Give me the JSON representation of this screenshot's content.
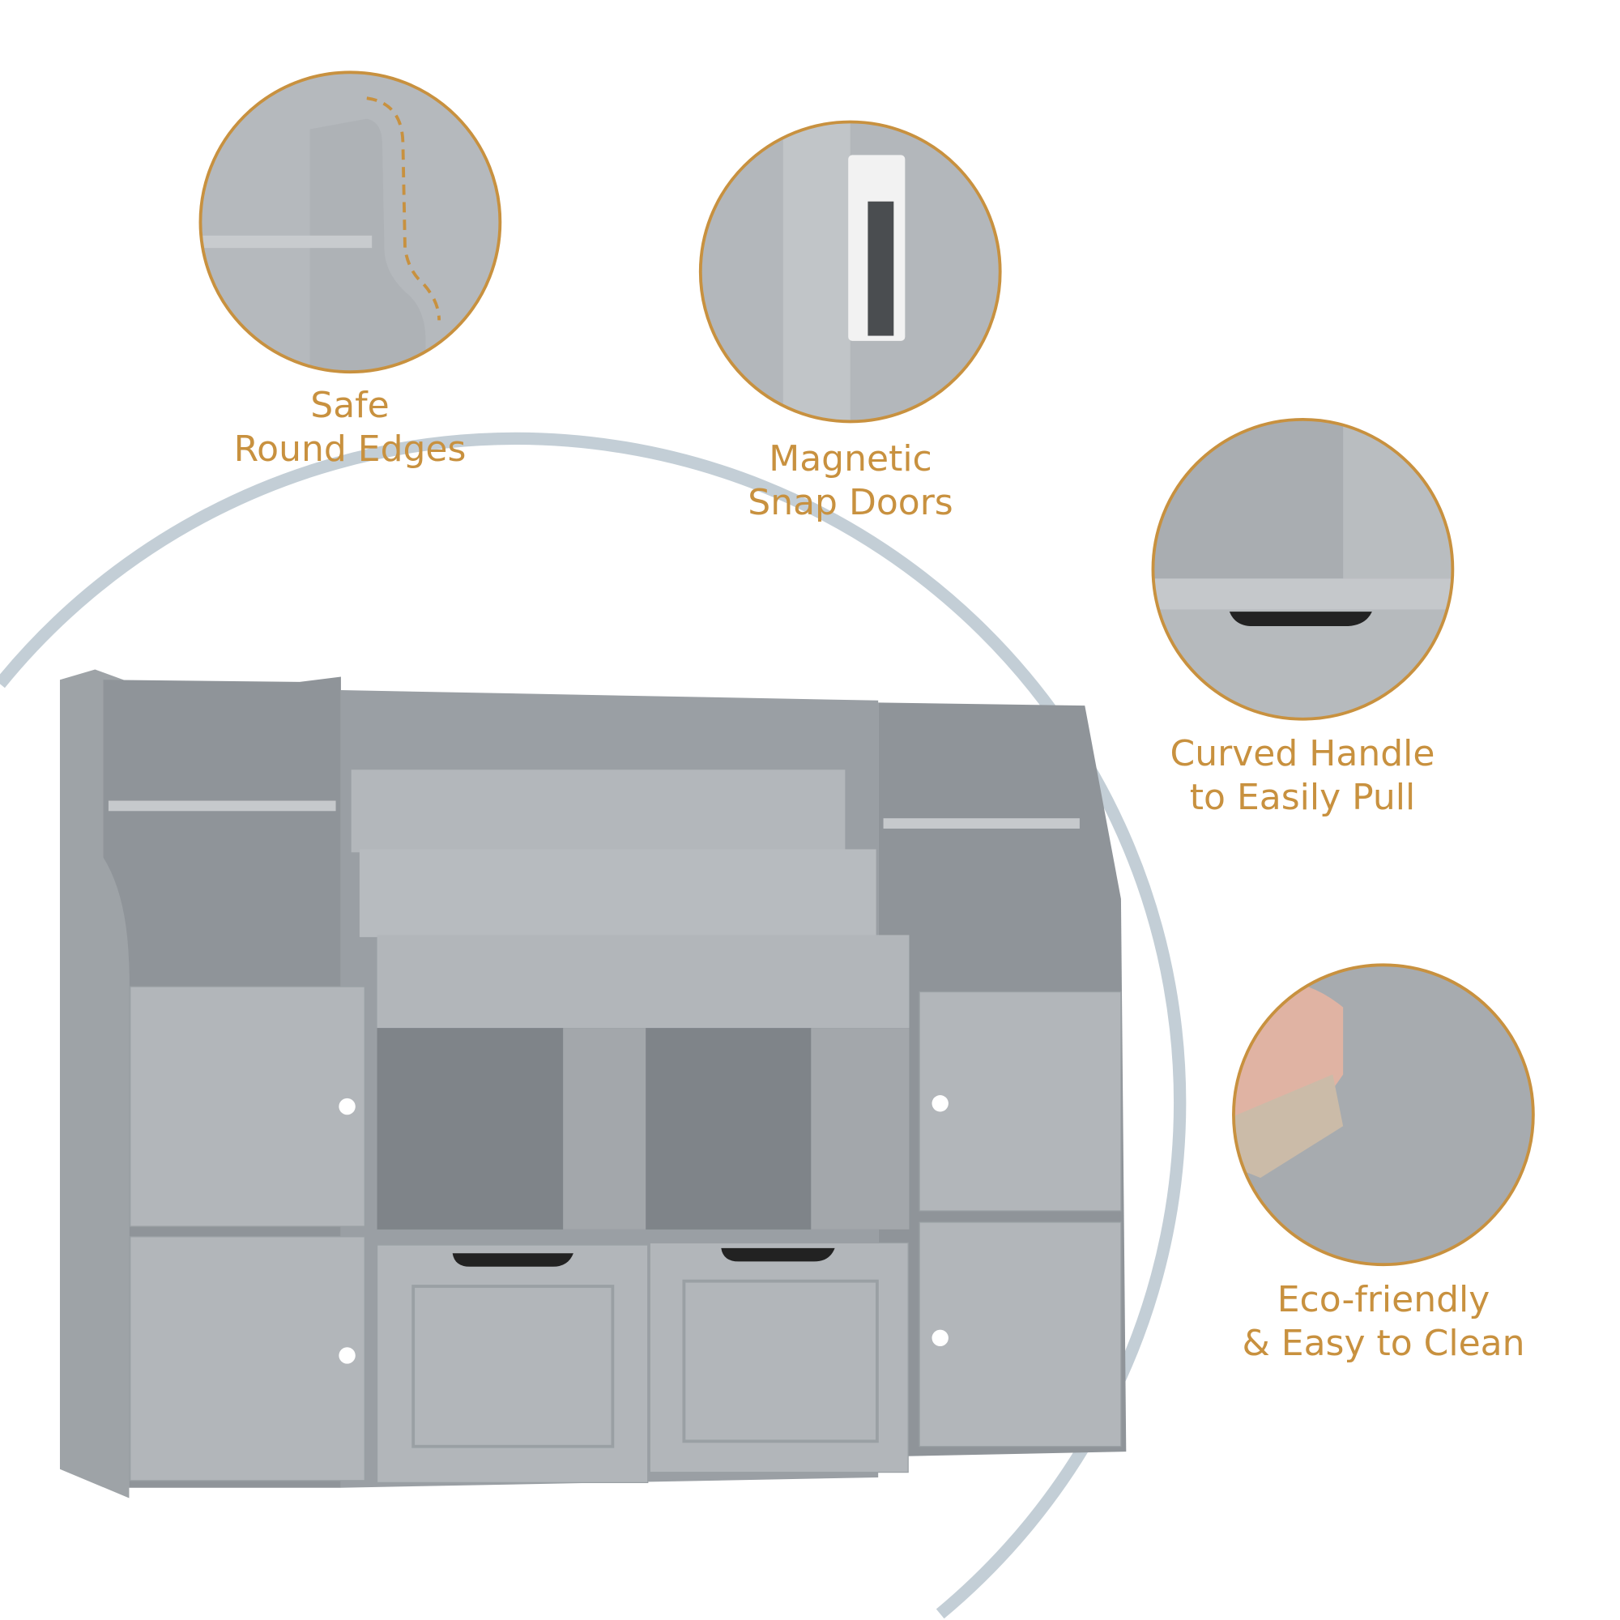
{
  "accent_color": "#c8913f",
  "features": [
    {
      "line1": "Safe",
      "line2": "Round Edges",
      "icon": "round-edge-detail"
    },
    {
      "line1": "Magnetic",
      "line2": "Snap Doors",
      "icon": "magnetic-catch-detail"
    },
    {
      "line1": "Curved Handle",
      "line2": "to Easily Pull",
      "icon": "curved-handle-detail"
    },
    {
      "line1": "Eco-friendly",
      "line2": "& Easy to Clean",
      "icon": "wipe-clean-detail"
    }
  ]
}
